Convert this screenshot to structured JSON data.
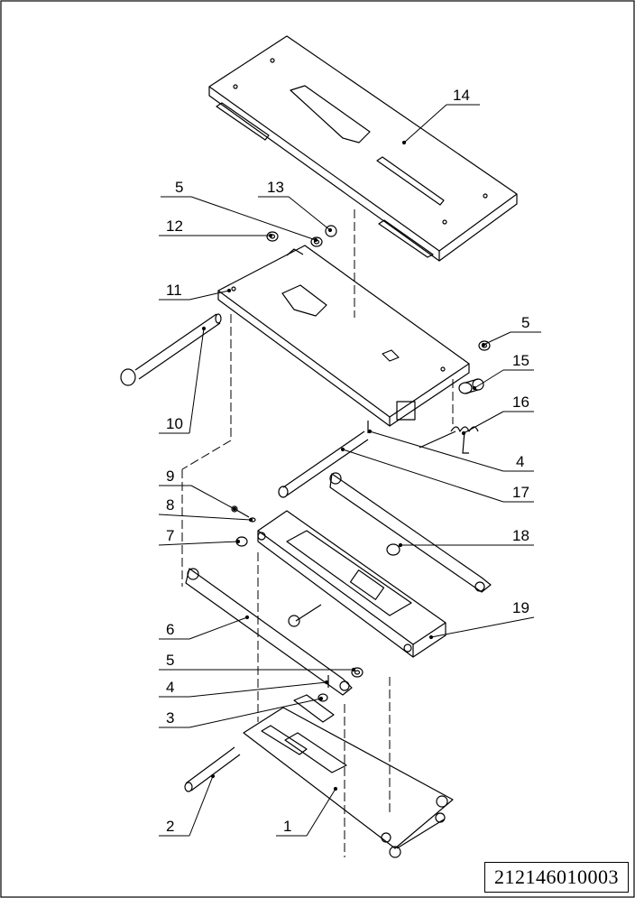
{
  "drawing": {
    "document_number": "212146010003",
    "callouts": [
      "14",
      "5",
      "13",
      "12",
      "11",
      "10",
      "5",
      "15",
      "16",
      "4",
      "17",
      "9",
      "8",
      "7",
      "18",
      "6",
      "19",
      "5",
      "4",
      "3",
      "2",
      "1"
    ]
  }
}
